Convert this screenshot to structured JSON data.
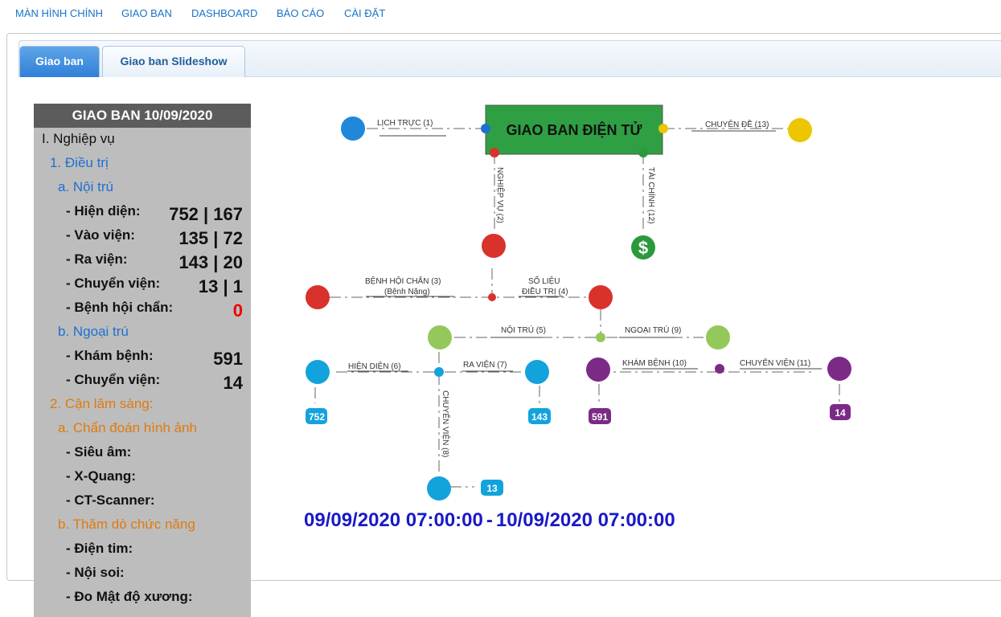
{
  "nav": {
    "items": [
      "MÀN HÌNH CHÍNH",
      "GIAO BAN",
      "DASHBOARD",
      "BÁO CÁO",
      "CÀI ĐẶT"
    ]
  },
  "tabs": {
    "active": "Giao ban",
    "inactive": "Giao ban Slideshow"
  },
  "sidebar": {
    "title": "GIAO BAN 10/09/2020",
    "section1": "I. Nghiệp vụ",
    "dieu_tri": "1. Điều trị",
    "noi_tru": "a. Nội trú",
    "hien_dien": {
      "label": "- Hiện diện:",
      "value": "752 | 167"
    },
    "vao_vien": {
      "label": "- Vào viện:",
      "value": "135 | 72"
    },
    "ra_vien": {
      "label": "- Ra viện:",
      "value": "143 | 20"
    },
    "chuyen_vien": {
      "label": "- Chuyển viện:",
      "value": "13 | 1"
    },
    "benh_hoi_chan": {
      "label": "- Bệnh hội chẩn:",
      "value": "0"
    },
    "ngoai_tru": "b. Ngoại trú",
    "kham_benh": {
      "label": "- Khám bệnh:",
      "value": "591"
    },
    "chuyen_vien_nt": {
      "label": "- Chuyển viện:",
      "value": "14"
    },
    "can_lam_sang": "2. Cận lâm sàng:",
    "chan_doan": "a. Chẩn đoán hình ảnh",
    "sieu_am": "- Siêu âm:",
    "x_quang": "- X-Quang:",
    "ct": "- CT-Scanner:",
    "tham_do": "b. Thăm dò chức năng",
    "dien_tim": "- Điện tim:",
    "noi_soi": "- Nội soi:",
    "mat_do": "- Đo Mật độ xương:"
  },
  "diagram": {
    "center": "GIAO BAN ĐIỆN TỬ",
    "lich_truc": "LỊCH TRỰC (1)",
    "chuyen_de": "CHUYÊN ĐỀ (13)",
    "nghiep_vu": "NGHIỆP VỤ (2)",
    "tai_chinh": "TÀI CHÍNH (12)",
    "benh_hoi_chan_1": "BỆNH HỘI CHẨN  (3)",
    "benh_hoi_chan_2": "(Bệnh Nặng)",
    "so_lieu_1": "SỐ LIỆU",
    "so_lieu_2": "ĐIỀU TRỊ (4)",
    "noi_tru": "NỘI TRÚ (5)",
    "ngoai_tru": "NGOẠI TRÚ (9)",
    "hien_dien": "HIỆN DIỆN (6)",
    "ra_vien": "RA VIỆN (7)",
    "kham_benh": "KHÁM BỆNH (10)",
    "chuyen_vien_11": "CHUYỂN VIỆN (11)",
    "chuyen_vien_8": "CHUYỂN VIỆN (8)",
    "badge_hien_dien": "752",
    "badge_ra_vien": "143",
    "badge_kham_benh": "591",
    "badge_chuyen_vien_nt": "14",
    "badge_chuyen_vien": "13"
  },
  "date_range": {
    "start": "09/09/2020 07:00:00",
    "sep": "-",
    "end": "10/09/2020 07:00:00"
  },
  "colors": {
    "nav_link": "#1a73c8",
    "center_box": "#2ea043",
    "red_node": "#d9312b",
    "green_node": "#2a9a3c",
    "cyan_node": "#13a3dc",
    "purple_node": "#7b2a86",
    "yellow_node": "#ecc600",
    "light_green": "#94c85a",
    "date_text": "#1919c8"
  }
}
